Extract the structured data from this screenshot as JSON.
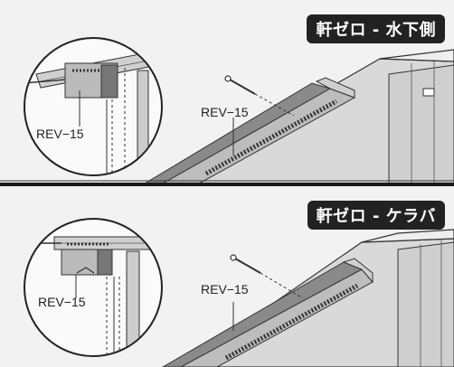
{
  "top_panel": {
    "title": "軒ゼロ - 水下側",
    "detail_label": "REV−15",
    "main_label": "REV−15"
  },
  "bottom_panel": {
    "title": "軒ゼロ - ケラバ",
    "detail_label": "REV−15",
    "main_label": "REV−15"
  }
}
